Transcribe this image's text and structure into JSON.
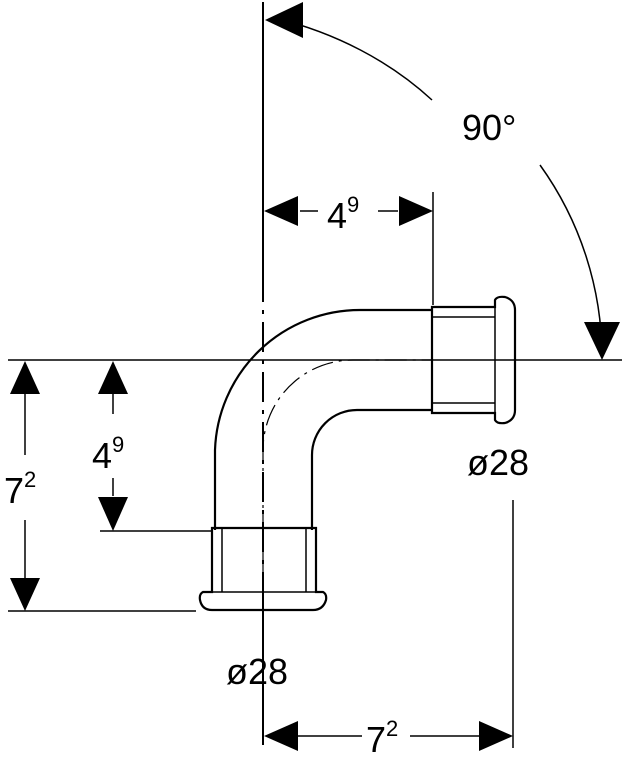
{
  "angle": {
    "value": "90°"
  },
  "dim_top_horizontal": {
    "base": "4",
    "exp": "9"
  },
  "dim_left_inner": {
    "base": "4",
    "exp": "9"
  },
  "dim_left_outer": {
    "base": "7",
    "exp": "2"
  },
  "dim_bottom_horizontal": {
    "base": "7",
    "exp": "2"
  },
  "diameter_right": {
    "value": "ø28"
  },
  "diameter_bottom": {
    "value": "ø28"
  }
}
